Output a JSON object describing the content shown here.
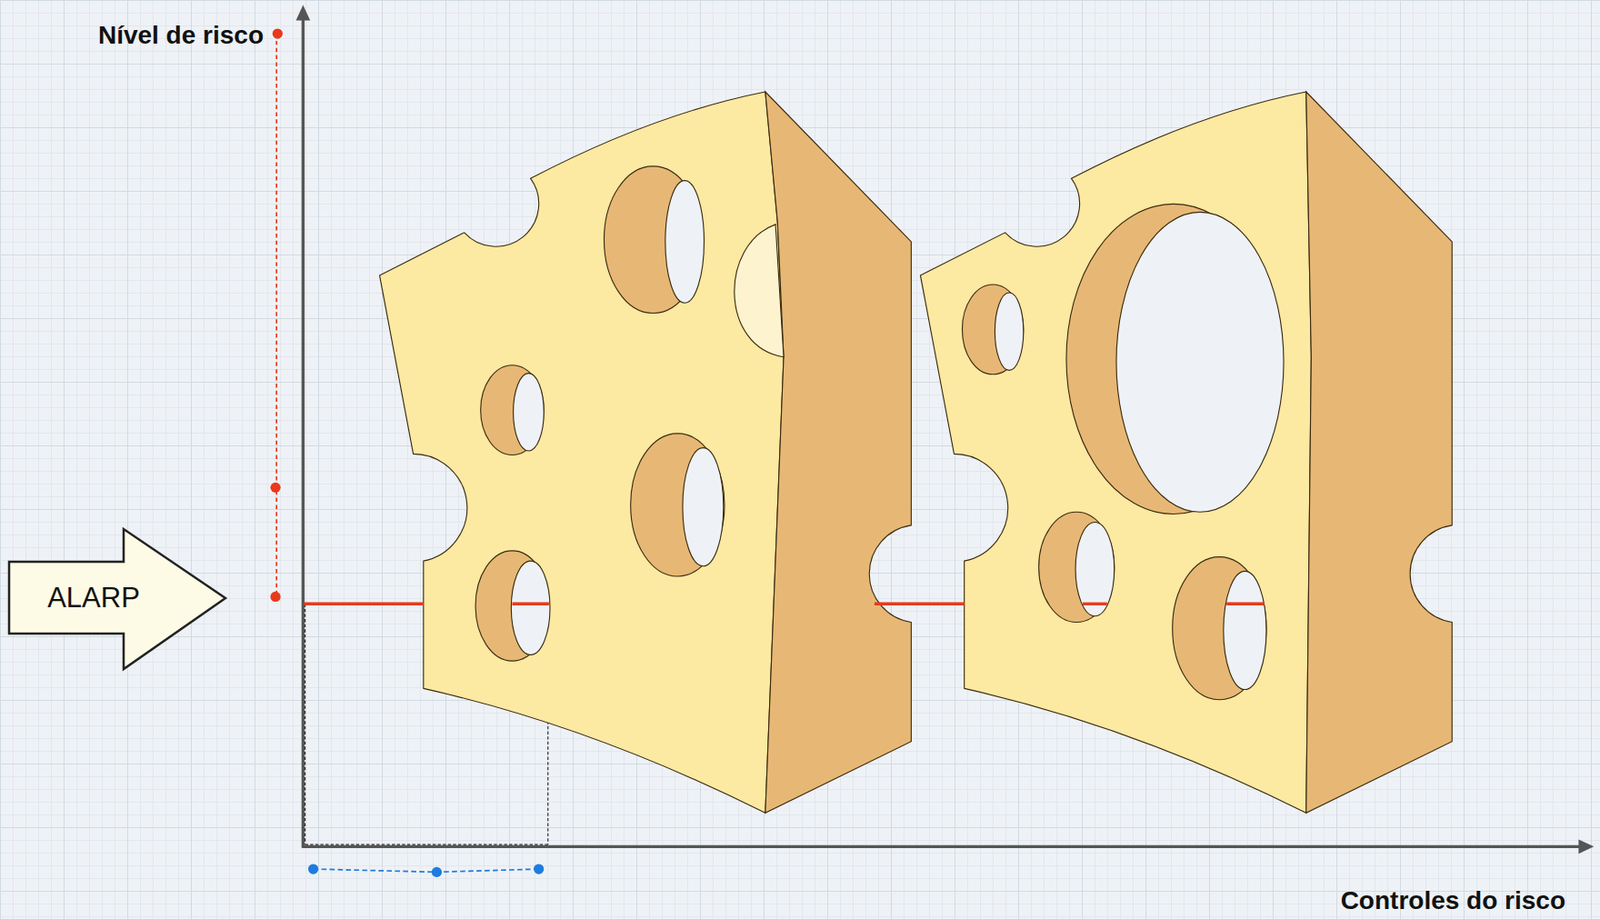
{
  "diagram": {
    "nodes": [
      {
        "text": [
          "ALARP"
        ]
      }
    ],
    "labels": [
      "Nível de risco",
      "Controles do risco"
    ]
  }
}
